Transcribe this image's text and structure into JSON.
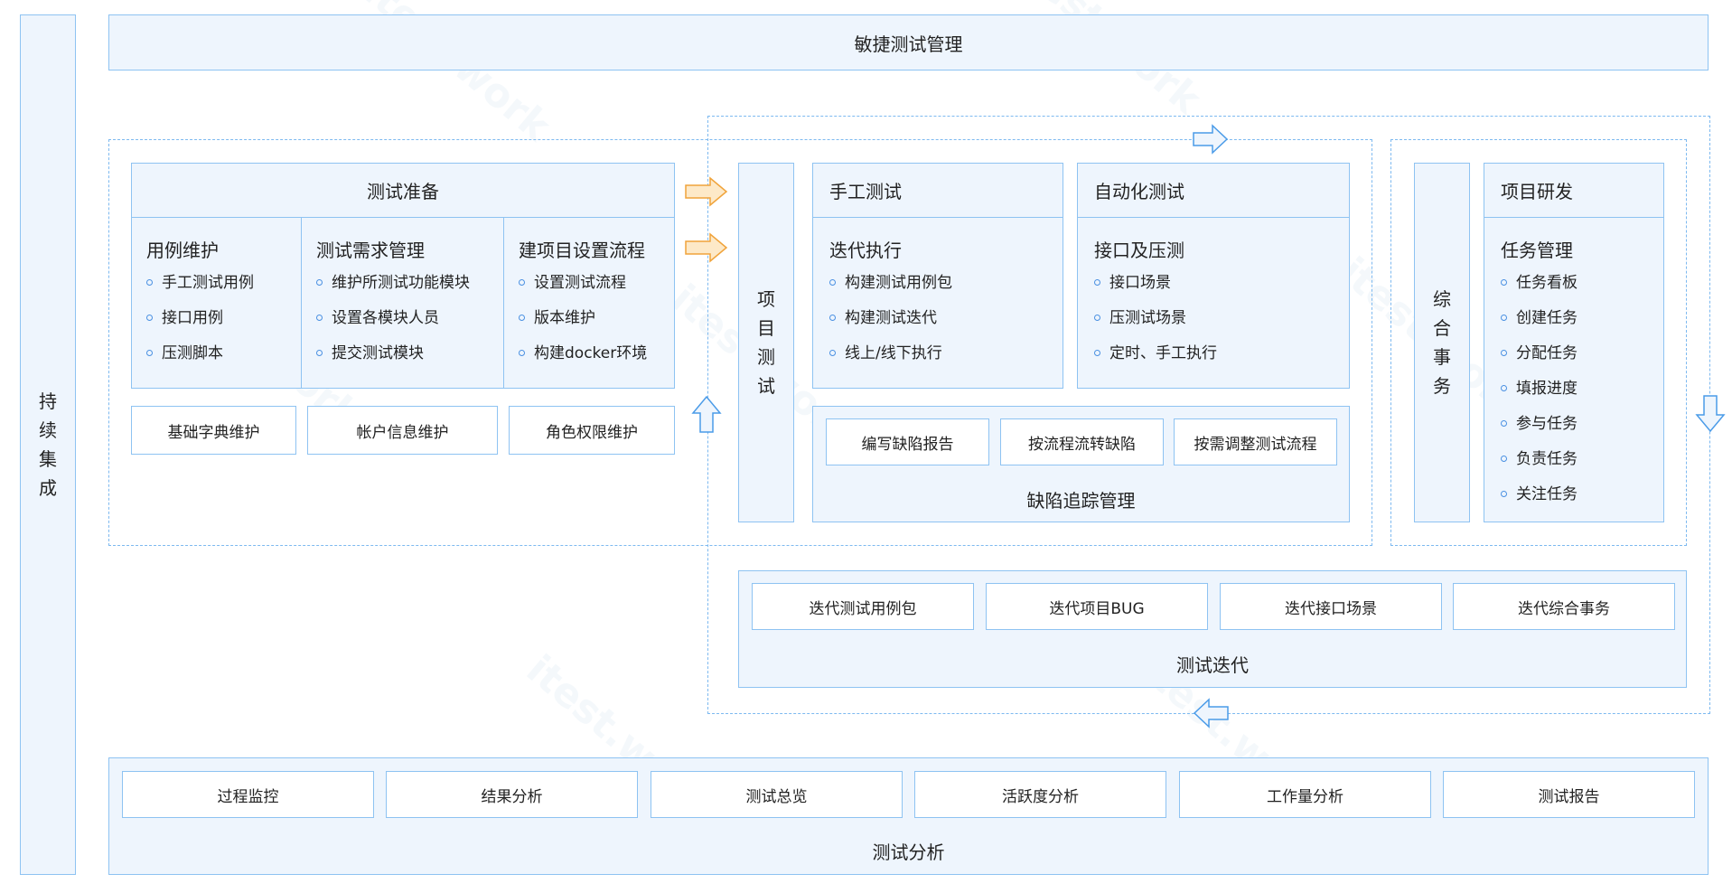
{
  "watermark": "itest.work",
  "side_title": [
    "持",
    "续",
    "集",
    "成"
  ],
  "top_title": "敏捷测试管理",
  "prep": {
    "title": "测试准备",
    "columns": [
      {
        "title": "用例维护",
        "items": [
          "手工测试用例",
          "接口用例",
          "压测脚本"
        ]
      },
      {
        "title": "测试需求管理",
        "items": [
          "维护所测试功能模块",
          "设置各模块人员",
          "提交测试模块"
        ]
      },
      {
        "title": "建项目设置流程",
        "items": [
          "设置测试流程",
          "版本维护",
          "构建docker环境"
        ]
      }
    ],
    "buttons": [
      "基础字典维护",
      "帐户信息维护",
      "角色权限维护"
    ]
  },
  "project_test": [
    "项",
    "目",
    "测",
    "试"
  ],
  "manual": {
    "header": "手工测试",
    "title": "迭代执行",
    "items": [
      "构建测试用例包",
      "构建测试迭代",
      "线上/线下执行"
    ]
  },
  "auto": {
    "header": "自动化测试",
    "title": "接口及压测",
    "items": [
      "接口场景",
      "压测试场景",
      "定时、手工执行"
    ]
  },
  "defect": {
    "title": "缺陷追踪管理",
    "buttons": [
      "编写缺陷报告",
      "按流程流转缺陷",
      "按需调整测试流程"
    ]
  },
  "affairs": [
    "综",
    "合",
    "事",
    "务"
  ],
  "rd": {
    "header": "项目研发",
    "title": "任务管理",
    "items": [
      "任务看板",
      "创建任务",
      "分配任务",
      "填报进度",
      "参与任务",
      "负责任务",
      "关注任务"
    ]
  },
  "iteration": {
    "title": "测试迭代",
    "buttons": [
      "迭代测试用例包",
      "迭代项目BUG",
      "迭代接口场景",
      "迭代综合事务"
    ]
  },
  "analysis": {
    "title": "测试分析",
    "buttons": [
      "过程监控",
      "结果分析",
      "测试总览",
      "活跃度分析",
      "工作量分析",
      "测试报告"
    ]
  }
}
